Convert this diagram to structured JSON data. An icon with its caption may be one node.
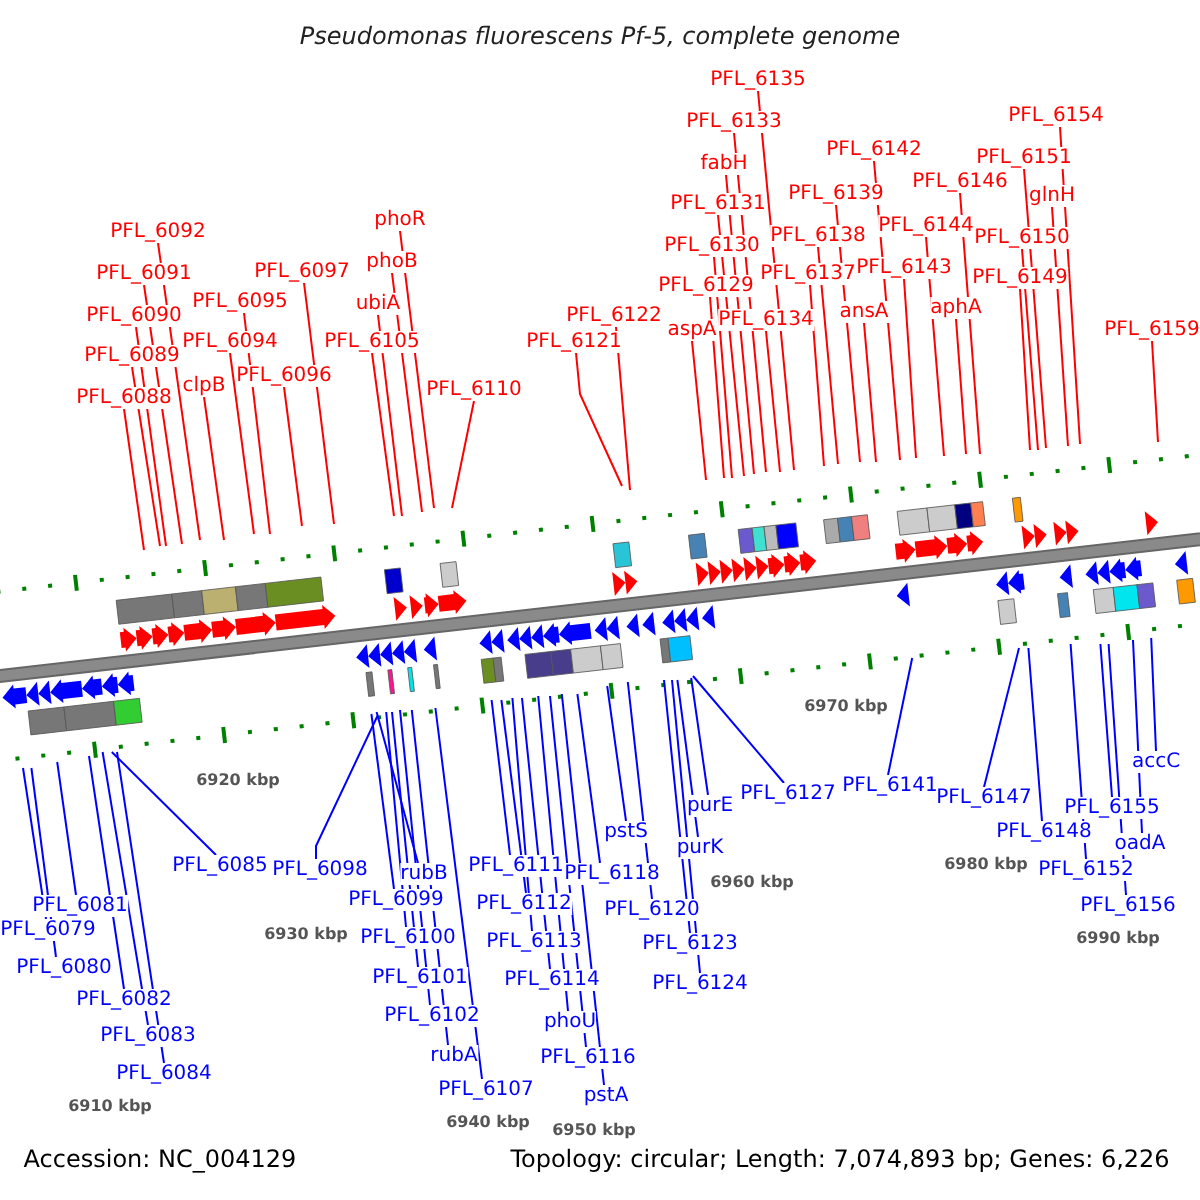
{
  "diagram": {
    "title": "Pseudomonas fluorescens Pf-5, complete genome",
    "nodes": [
      {
        "text": [
          "PFL_6092"
        ]
      },
      {
        "text": [
          "PFL_6091"
        ]
      },
      {
        "text": [
          "PFL_6090"
        ]
      },
      {
        "text": [
          "PFL_6089"
        ]
      },
      {
        "text": [
          "PFL_6088"
        ]
      },
      {
        "text": [
          "clpB"
        ]
      },
      {
        "text": [
          "PFL_6094"
        ]
      },
      {
        "text": [
          "PFL_6095"
        ]
      },
      {
        "text": [
          "PFL_6096"
        ]
      },
      {
        "text": [
          "PFL_6097"
        ]
      },
      {
        "text": [
          "phoR"
        ]
      },
      {
        "text": [
          "phoB"
        ]
      },
      {
        "text": [
          "ubiA"
        ]
      },
      {
        "text": [
          "PFL_6105"
        ]
      },
      {
        "text": [
          "PFL_6110"
        ]
      },
      {
        "text": [
          "PFL_6122"
        ]
      },
      {
        "text": [
          "PFL_6121"
        ]
      },
      {
        "text": [
          "PFL_6135"
        ]
      },
      {
        "text": [
          "PFL_6133"
        ]
      },
      {
        "text": [
          "fabH"
        ]
      },
      {
        "text": [
          "PFL_6131"
        ]
      },
      {
        "text": [
          "PFL_6130"
        ]
      },
      {
        "text": [
          "PFL_6129"
        ]
      },
      {
        "text": [
          "aspA"
        ]
      },
      {
        "text": [
          "PFL_6134"
        ]
      },
      {
        "text": [
          "PFL_6137"
        ]
      },
      {
        "text": [
          "PFL_6138"
        ]
      },
      {
        "text": [
          "PFL_6139"
        ]
      },
      {
        "text": [
          "PFL_6142"
        ]
      },
      {
        "text": [
          "ansA"
        ]
      },
      {
        "text": [
          "PFL_6143"
        ]
      },
      {
        "text": [
          "PFL_6144"
        ]
      },
      {
        "text": [
          "PFL_6146"
        ]
      },
      {
        "text": [
          "aphA"
        ]
      },
      {
        "text": [
          "PFL_6154"
        ]
      },
      {
        "text": [
          "PFL_6151"
        ]
      },
      {
        "text": [
          "glnH"
        ]
      },
      {
        "text": [
          "PFL_6150"
        ]
      },
      {
        "text": [
          "PFL_6149"
        ]
      },
      {
        "text": [
          "PFL_6159"
        ]
      },
      {
        "text": [
          "PFL_6079"
        ]
      },
      {
        "text": [
          "PFL_6080"
        ]
      },
      {
        "text": [
          "PFL_6081"
        ]
      },
      {
        "text": [
          "PFL_6082"
        ]
      },
      {
        "text": [
          "PFL_6083"
        ]
      },
      {
        "text": [
          "PFL_6084"
        ]
      },
      {
        "text": [
          "PFL_6085"
        ]
      },
      {
        "text": [
          "PFL_6098"
        ]
      },
      {
        "text": [
          "PFL_6099"
        ]
      },
      {
        "text": [
          "rubB"
        ]
      },
      {
        "text": [
          "PFL_6100"
        ]
      },
      {
        "text": [
          "PFL_6101"
        ]
      },
      {
        "text": [
          "PFL_6102"
        ]
      },
      {
        "text": [
          "rubA"
        ]
      },
      {
        "text": [
          "PFL_6107"
        ]
      },
      {
        "text": [
          "PFL_6111"
        ]
      },
      {
        "text": [
          "PFL_6112"
        ]
      },
      {
        "text": [
          "PFL_6113"
        ]
      },
      {
        "text": [
          "PFL_6114"
        ]
      },
      {
        "text": [
          "phoU"
        ]
      },
      {
        "text": [
          "PFL_6116"
        ]
      },
      {
        "text": [
          "pstA"
        ]
      },
      {
        "text": [
          "PFL_6118"
        ]
      },
      {
        "text": [
          "pstS"
        ]
      },
      {
        "text": [
          "PFL_6120"
        ]
      },
      {
        "text": [
          "PFL_6123"
        ]
      },
      {
        "text": [
          "PFL_6124"
        ]
      },
      {
        "text": [
          "purK"
        ]
      },
      {
        "text": [
          "purE"
        ]
      },
      {
        "text": [
          "PFL_6127"
        ]
      },
      {
        "text": [
          "PFL_6141"
        ]
      },
      {
        "text": [
          "PFL_6147"
        ]
      },
      {
        "text": [
          "PFL_6148"
        ]
      },
      {
        "text": [
          "PFL_6152"
        ]
      },
      {
        "text": [
          "PFL_6155"
        ]
      },
      {
        "text": [
          "PFL_6156"
        ]
      },
      {
        "text": [
          "oadA"
        ]
      },
      {
        "text": [
          "accC"
        ]
      }
    ],
    "edges": [
      {
        "from": 0,
        "to": null,
        "arrow": "none"
      },
      {
        "from": 1,
        "to": null,
        "arrow": "none"
      },
      {
        "from": 2,
        "to": null,
        "arrow": "none"
      },
      {
        "from": 3,
        "to": null,
        "arrow": "none"
      },
      {
        "from": 4,
        "to": null,
        "arrow": "none"
      },
      {
        "from": 5,
        "to": null,
        "arrow": "none"
      },
      {
        "from": 6,
        "to": null,
        "arrow": "none"
      },
      {
        "from": 7,
        "to": null,
        "arrow": "none"
      },
      {
        "from": 8,
        "to": null,
        "arrow": "none"
      },
      {
        "from": 9,
        "to": null,
        "arrow": "none"
      },
      {
        "from": 10,
        "to": null,
        "arrow": "none"
      },
      {
        "from": 11,
        "to": null,
        "arrow": "none"
      },
      {
        "from": 12,
        "to": null,
        "arrow": "none"
      },
      {
        "from": 13,
        "to": null,
        "arrow": "none"
      },
      {
        "from": 14,
        "to": null,
        "arrow": "none"
      },
      {
        "from": 15,
        "to": null,
        "arrow": "none"
      },
      {
        "from": 16,
        "to": null,
        "arrow": "none"
      },
      {
        "from": 17,
        "to": null,
        "arrow": "none"
      },
      {
        "from": 18,
        "to": null,
        "arrow": "none"
      },
      {
        "from": 19,
        "to": null,
        "arrow": "none"
      },
      {
        "from": 20,
        "to": null,
        "arrow": "none"
      },
      {
        "from": 21,
        "to": null,
        "arrow": "none"
      },
      {
        "from": 22,
        "to": null,
        "arrow": "none"
      },
      {
        "from": 23,
        "to": null,
        "arrow": "none"
      },
      {
        "from": 24,
        "to": null,
        "arrow": "none"
      },
      {
        "from": 25,
        "to": null,
        "arrow": "none"
      },
      {
        "from": 26,
        "to": null,
        "arrow": "none"
      },
      {
        "from": 27,
        "to": null,
        "arrow": "none"
      },
      {
        "from": 28,
        "to": null,
        "arrow": "none"
      },
      {
        "from": 29,
        "to": null,
        "arrow": "none"
      },
      {
        "from": 30,
        "to": null,
        "arrow": "none"
      },
      {
        "from": 31,
        "to": null,
        "arrow": "none"
      },
      {
        "from": 32,
        "to": null,
        "arrow": "none"
      },
      {
        "from": 33,
        "to": null,
        "arrow": "none"
      },
      {
        "from": 34,
        "to": null,
        "arrow": "none"
      },
      {
        "from": 35,
        "to": null,
        "arrow": "none"
      },
      {
        "from": 36,
        "to": null,
        "arrow": "none"
      },
      {
        "from": 37,
        "to": null,
        "arrow": "none"
      },
      {
        "from": 38,
        "to": null,
        "arrow": "none"
      },
      {
        "from": 39,
        "to": null,
        "arrow": "none"
      },
      {
        "from": 40,
        "to": null,
        "arrow": "none",
        "color": "#0000ff"
      },
      {
        "from": 41,
        "to": null,
        "arrow": "none",
        "color": "#0000ff"
      },
      {
        "from": 42,
        "to": null,
        "arrow": "none",
        "color": "#0000ff"
      },
      {
        "from": 43,
        "to": null,
        "arrow": "none",
        "color": "#0000ff"
      },
      {
        "from": 44,
        "to": null,
        "arrow": "none",
        "color": "#0000ff"
      },
      {
        "from": 45,
        "to": null,
        "arrow": "none",
        "color": "#0000ff"
      },
      {
        "from": 46,
        "to": null,
        "arrow": "none",
        "color": "#0000ff"
      },
      {
        "from": 47,
        "to": null,
        "arrow": "none",
        "color": "#0000ff"
      },
      {
        "from": 48,
        "to": null,
        "arrow": "none",
        "color": "#0000ff"
      },
      {
        "from": 49,
        "to": null,
        "arrow": "none",
        "color": "#0000ff"
      },
      {
        "from": 50,
        "to": null,
        "arrow": "none",
        "color": "#0000ff"
      },
      {
        "from": 51,
        "to": null,
        "arrow": "none",
        "color": "#0000ff"
      },
      {
        "from": 52,
        "to": null,
        "arrow": "none",
        "color": "#0000ff"
      },
      {
        "from": 53,
        "to": null,
        "arrow": "none",
        "color": "#0000ff"
      },
      {
        "from": 54,
        "to": null,
        "arrow": "none",
        "color": "#0000ff"
      },
      {
        "from": 55,
        "to": null,
        "arrow": "none",
        "color": "#0000ff"
      },
      {
        "from": 56,
        "to": null,
        "arrow": "none",
        "color": "#0000ff"
      },
      {
        "from": 57,
        "to": null,
        "arrow": "none",
        "color": "#0000ff"
      },
      {
        "from": 58,
        "to": null,
        "arrow": "none",
        "color": "#0000ff"
      },
      {
        "from": 59,
        "to": null,
        "arrow": "none",
        "color": "#0000ff"
      },
      {
        "from": 60,
        "to": null,
        "arrow": "none",
        "color": "#0000ff"
      },
      {
        "from": 61,
        "to": null,
        "arrow": "none",
        "color": "#0000ff"
      },
      {
        "from": 62,
        "to": null,
        "arrow": "none",
        "color": "#0000ff"
      },
      {
        "from": 63,
        "to": null,
        "arrow": "none",
        "color": "#0000ff"
      },
      {
        "from": 64,
        "to": null,
        "arrow": "none",
        "color": "#0000ff"
      },
      {
        "from": 65,
        "to": null,
        "arrow": "none",
        "color": "#0000ff"
      },
      {
        "from": 66,
        "to": null,
        "arrow": "none",
        "color": "#0000ff"
      },
      {
        "from": 67,
        "to": null,
        "arrow": "none",
        "color": "#0000ff"
      },
      {
        "from": 68,
        "to": null,
        "arrow": "none",
        "color": "#0000ff"
      },
      {
        "from": 69,
        "to": null,
        "arrow": "none",
        "color": "#0000ff"
      },
      {
        "from": 70,
        "to": null,
        "arrow": "none",
        "color": "#0000ff"
      },
      {
        "from": 71,
        "to": null,
        "arrow": "none",
        "color": "#0000ff"
      },
      {
        "from": 72,
        "to": null,
        "arrow": "none",
        "color": "#0000ff"
      },
      {
        "from": 73,
        "to": null,
        "arrow": "none",
        "color": "#0000ff"
      },
      {
        "from": 74,
        "to": null,
        "arrow": "none",
        "color": "#0000ff"
      },
      {
        "from": 75,
        "to": null,
        "arrow": "none",
        "color": "#0000ff"
      },
      {
        "from": 76,
        "to": null,
        "arrow": "none",
        "color": "#0000ff"
      },
      {
        "from": 77,
        "to": null,
        "arrow": "none",
        "color": "#0000ff"
      }
    ],
    "labels": [
      "6910 kbp",
      "6920 kbp",
      "6930 kbp",
      "6940 kbp",
      "6950 kbp",
      "6960 kbp",
      "6970 kbp",
      "6980 kbp",
      "6990 kbp",
      "Accession: NC_004129",
      "Topology: circular; Length: 7,074,893 bp; Genes: 6,226"
    ]
  }
}
